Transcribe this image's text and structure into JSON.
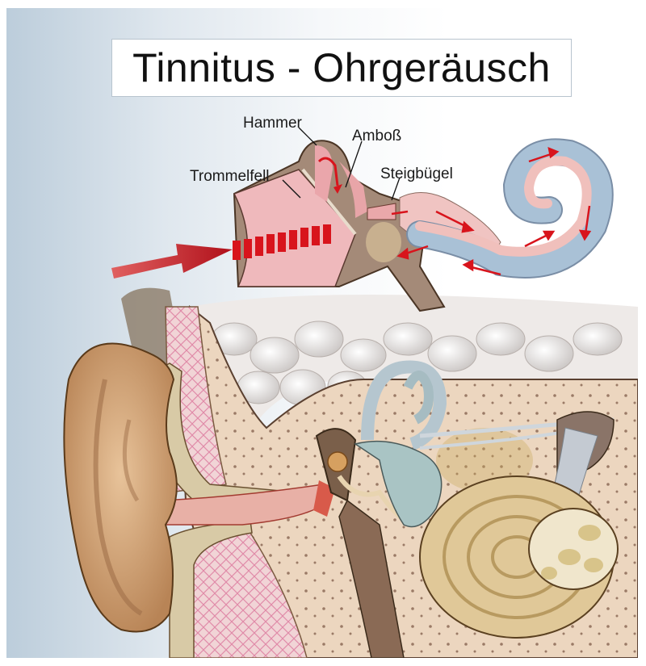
{
  "title": "Tinnitus - Ohrgeräusch",
  "labels": {
    "hammer": "Hammer",
    "amboss": "Amboß",
    "steigbuegel": "Steigbügel",
    "trommelfell": "Trommelfell"
  },
  "colors": {
    "arrow_red": "#d8141c",
    "bone_beige": "#e8d2b8",
    "skin_tan": "#d4a374",
    "cochlea_blue": "#a9c1d6",
    "cochlea_pink": "#f0b9b6",
    "background_blue": "#bccddb"
  }
}
